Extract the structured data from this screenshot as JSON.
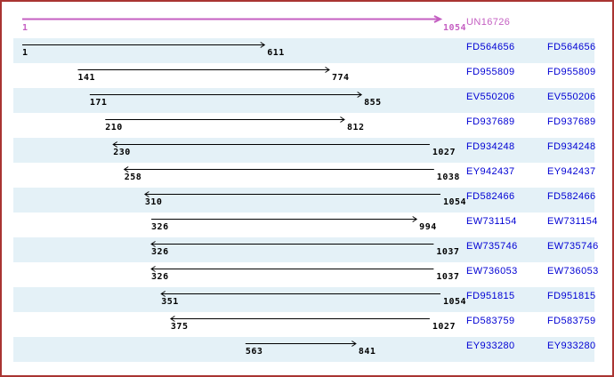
{
  "viewer": {
    "name": "contig-alignment-view",
    "colors": {
      "stripe": "#E4F1F7",
      "border": "#A93432",
      "consensus_color": "#C45FC2",
      "label_link_color": "#0000D4",
      "read_arrow_color": "#000000",
      "background": "#FFFFFF"
    }
  },
  "alignment": {
    "length": 1054,
    "consensus": {
      "id": "UN16726",
      "start": "1",
      "end": "1054",
      "direction": "forward"
    },
    "reads": [
      {
        "id": "FD564656",
        "start": "1",
        "end": "611",
        "direction": "forward"
      },
      {
        "id": "FD955809",
        "start": "141",
        "end": "774",
        "direction": "forward"
      },
      {
        "id": "EV550206",
        "start": "171",
        "end": "855",
        "direction": "forward"
      },
      {
        "id": "FD937689",
        "start": "210",
        "end": "812",
        "direction": "forward"
      },
      {
        "id": "FD934248",
        "start": "230",
        "end": "1027",
        "direction": "reverse"
      },
      {
        "id": "EY942437",
        "start": "258",
        "end": "1038",
        "direction": "reverse"
      },
      {
        "id": "FD582466",
        "start": "310",
        "end": "1054",
        "direction": "reverse"
      },
      {
        "id": "EW731154",
        "start": "326",
        "end": "994",
        "direction": "forward"
      },
      {
        "id": "EW735746",
        "start": "326",
        "end": "1037",
        "direction": "reverse"
      },
      {
        "id": "EW736053",
        "start": "326",
        "end": "1037",
        "direction": "reverse"
      },
      {
        "id": "FD951815",
        "start": "351",
        "end": "1054",
        "direction": "reverse"
      },
      {
        "id": "FD583759",
        "start": "375",
        "end": "1027",
        "direction": "reverse"
      },
      {
        "id": "EY933280",
        "start": "563",
        "end": "841",
        "direction": "forward"
      }
    ]
  }
}
